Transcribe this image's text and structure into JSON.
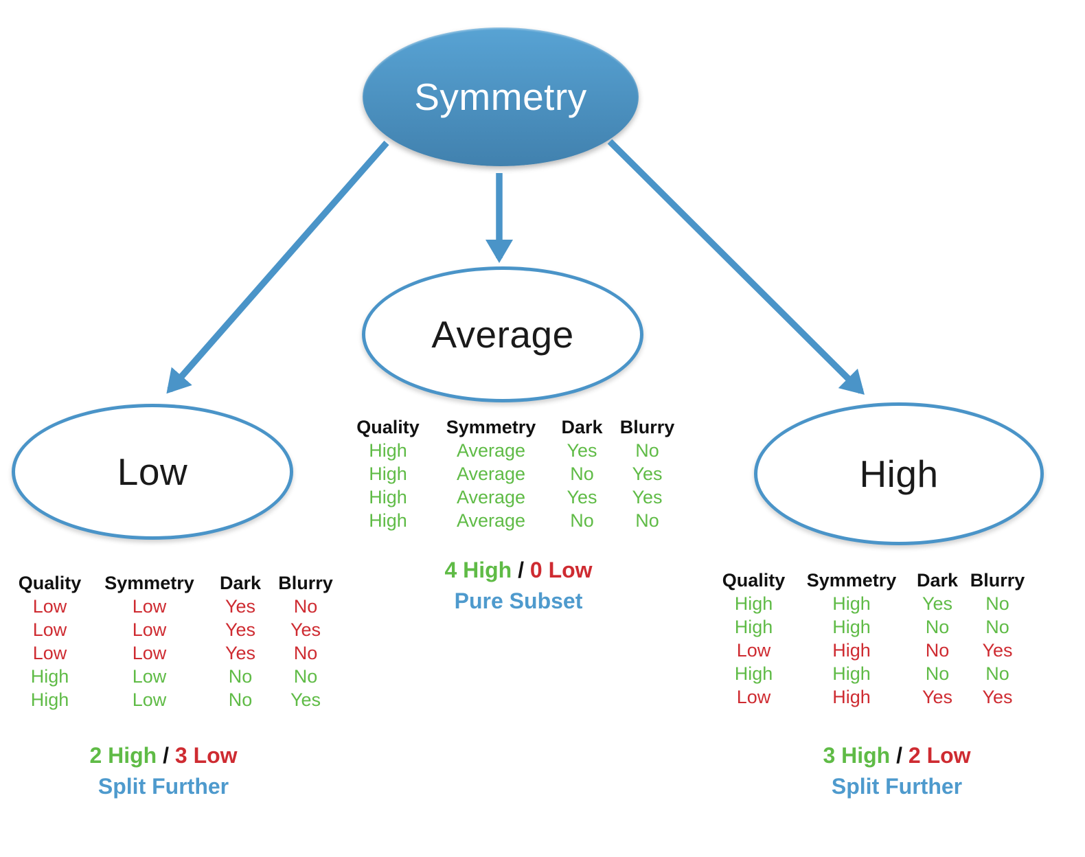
{
  "palette": {
    "blue": "#4A94C8",
    "blue-text": "#4E9ACD",
    "green": "#5FBB46",
    "red": "#CE2B31",
    "node-fill-top": "#58A3D4",
    "node-fill-bottom": "#4181AE",
    "text-dark": "#1A1A1A"
  },
  "root": {
    "label": "Symmetry"
  },
  "branches": [
    {
      "label": "Low",
      "table": {
        "headers": [
          "Quality",
          "Symmetry",
          "Dark",
          "Blurry"
        ],
        "rows": [
          {
            "cells": [
              "Low",
              "Low",
              "Yes",
              "No"
            ],
            "color": "red"
          },
          {
            "cells": [
              "Low",
              "Low",
              "Yes",
              "Yes"
            ],
            "color": "red"
          },
          {
            "cells": [
              "Low",
              "Low",
              "Yes",
              "No"
            ],
            "color": "red"
          },
          {
            "cells": [
              "High",
              "Low",
              "No",
              "No"
            ],
            "color": "green"
          },
          {
            "cells": [
              "High",
              "Low",
              "No",
              "Yes"
            ],
            "color": "green"
          }
        ]
      },
      "summary": {
        "high": "2 High",
        "sep": "/",
        "low": "3 Low",
        "note": "Split Further"
      }
    },
    {
      "label": "Average",
      "table": {
        "headers": [
          "Quality",
          "Symmetry",
          "Dark",
          "Blurry"
        ],
        "rows": [
          {
            "cells": [
              "High",
              "Average",
              "Yes",
              "No"
            ],
            "color": "green"
          },
          {
            "cells": [
              "High",
              "Average",
              "No",
              "Yes"
            ],
            "color": "green"
          },
          {
            "cells": [
              "High",
              "Average",
              "Yes",
              "Yes"
            ],
            "color": "green"
          },
          {
            "cells": [
              "High",
              "Average",
              "No",
              "No"
            ],
            "color": "green"
          }
        ]
      },
      "summary": {
        "high": "4 High",
        "sep": "/",
        "low": "0 Low",
        "note": "Pure Subset"
      }
    },
    {
      "label": "High",
      "table": {
        "headers": [
          "Quality",
          "Symmetry",
          "Dark",
          "Blurry"
        ],
        "rows": [
          {
            "cells": [
              "High",
              "High",
              "Yes",
              "No"
            ],
            "color": "green"
          },
          {
            "cells": [
              "High",
              "High",
              "No",
              "No"
            ],
            "color": "green"
          },
          {
            "cells": [
              "Low",
              "High",
              "No",
              "Yes"
            ],
            "color": "red"
          },
          {
            "cells": [
              "High",
              "High",
              "No",
              "No"
            ],
            "color": "green"
          },
          {
            "cells": [
              "Low",
              "High",
              "Yes",
              "Yes"
            ],
            "color": "red"
          }
        ]
      },
      "summary": {
        "high": "3 High",
        "sep": "/",
        "low": "2 Low",
        "note": "Split Further"
      }
    }
  ]
}
